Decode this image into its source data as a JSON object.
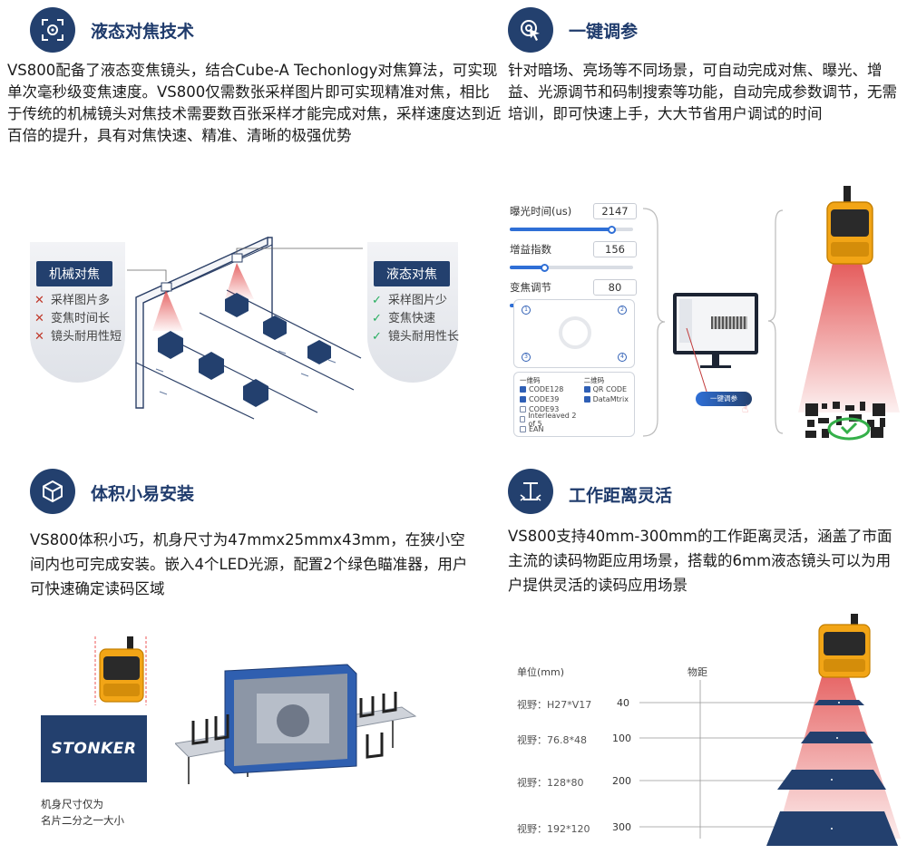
{
  "sections": {
    "liquid_focus": {
      "title": "液态对焦技术",
      "paragraph": "VS800配备了液态变焦镜头，结合Cube-A Techonlogy对焦算法，可实现单次毫秒级变焦速度。VS800仅需数张采样图片即可实现精准对焦，相比于传统的机械镜头对焦技术需要数百张采样才能完成对焦，采样速度达到近百倍的提升，具有对焦快速、精准、清晰的极强优势",
      "mechanical": {
        "label": "机械对焦",
        "items": [
          "采样图片多",
          "变焦时间长",
          "镜头耐用性短"
        ]
      },
      "liquid": {
        "label": "液态对焦",
        "items": [
          "采样图片少",
          "变焦快速",
          "镜头耐用性长"
        ]
      }
    },
    "one_key": {
      "title": "一键调参",
      "paragraph": "针对暗场、亮场等不同场景，可自动完成对焦、曝光、增益、光源调节和码制搜索等功能，自动完成参数调节，无需培训，即可快速上手，大大节省用户调试的时间",
      "sliders": [
        {
          "label": "曝光时间(us)",
          "value": "2147",
          "level": 0.82
        },
        {
          "label": "增益指数",
          "value": "156",
          "level": 0.28
        },
        {
          "label": "变焦调节",
          "value": "80",
          "level": 0.15
        }
      ],
      "light_marks": [
        "1",
        "2",
        "3",
        "4"
      ],
      "barcode_1d": {
        "heading": "一维码",
        "items": [
          {
            "name": "CODE128",
            "checked": true
          },
          {
            "name": "CODE39",
            "checked": true
          },
          {
            "name": "CODE93",
            "checked": false
          },
          {
            "name": "Interleaved 2 of 5",
            "checked": false
          },
          {
            "name": "EAN",
            "checked": false
          }
        ]
      },
      "barcode_2d": {
        "heading": "二维码",
        "items": [
          {
            "name": "QR CODE",
            "checked": true
          },
          {
            "name": "DataMtrix",
            "checked": true
          }
        ]
      },
      "one_key_button": "一键调参"
    },
    "compact": {
      "title": "体积小易安装",
      "paragraph": "VS800体积小巧，机身尺寸为47mmx25mmx43mm，在狭小空间内也可完成安装。嵌入4个LED光源，配置2个绿色瞄准器，用户可快速确定读码区域",
      "card_logo": "STONKER",
      "caption_line1": "机身尺寸仅为",
      "caption_line2": "名片二分之一大小"
    },
    "distance": {
      "title": "工作距离灵活",
      "paragraph": "VS800支持40mm-300mm的工作距离灵活，涵盖了市面主流的读码物距应用场景，搭载的6mm液态镜头可以为用户提供灵活的读码应用场景",
      "unit_label": "单位(mm)",
      "distance_label": "物距",
      "rows": [
        {
          "fov": "视野：H27*V17",
          "distance": "40"
        },
        {
          "fov": "视野：76.8*48",
          "distance": "100"
        },
        {
          "fov": "视野：128*80",
          "distance": "200"
        },
        {
          "fov": "视野：192*120",
          "distance": "300"
        }
      ]
    }
  },
  "colors": {
    "navy": "#23406e",
    "accent_blue": "#2f6fd6",
    "red_beam": "#e24a4a",
    "device_orange": "#f2a516"
  }
}
